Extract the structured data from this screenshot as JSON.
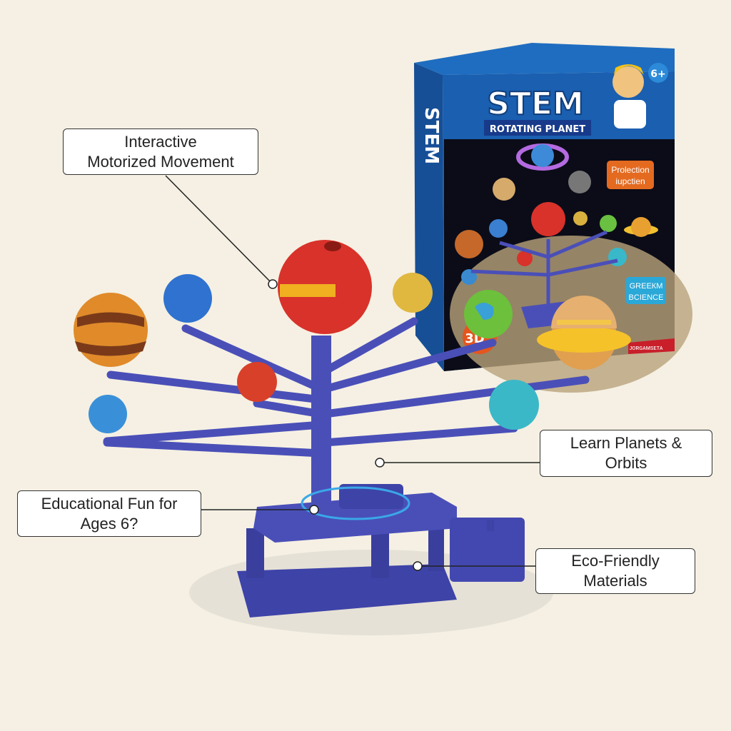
{
  "callouts": {
    "motorized": {
      "line1": "Interactive",
      "line2": "Motorized Movement"
    },
    "planets": {
      "line1": "Learn Planets &",
      "line2": "Orbits"
    },
    "educational": {
      "line1": "Educational Fun for",
      "line2": "Ages 6?"
    },
    "eco": {
      "line1": "Eco-Friendly",
      "line2": "Materials"
    }
  },
  "box": {
    "brand": "STEM",
    "subtitle": "ROTATING PLANET",
    "age_badge": "6+",
    "feature_badge_line1": "Prolection",
    "feature_badge_line2": "iupctien",
    "green_badge_line1": "GREEКM",
    "green_badge_line2": "BCIENCE",
    "badge_3d": "3D",
    "side_brand": "STEM",
    "bottom_strip": "ᴊᴏʀɢᴀᴍsᴇᴛᴀ"
  },
  "colors": {
    "background": "#f5f0e3",
    "box_blue": "#1a5fb0",
    "model_blue": "#4a4fb8",
    "sun_red": "#d8322a"
  }
}
